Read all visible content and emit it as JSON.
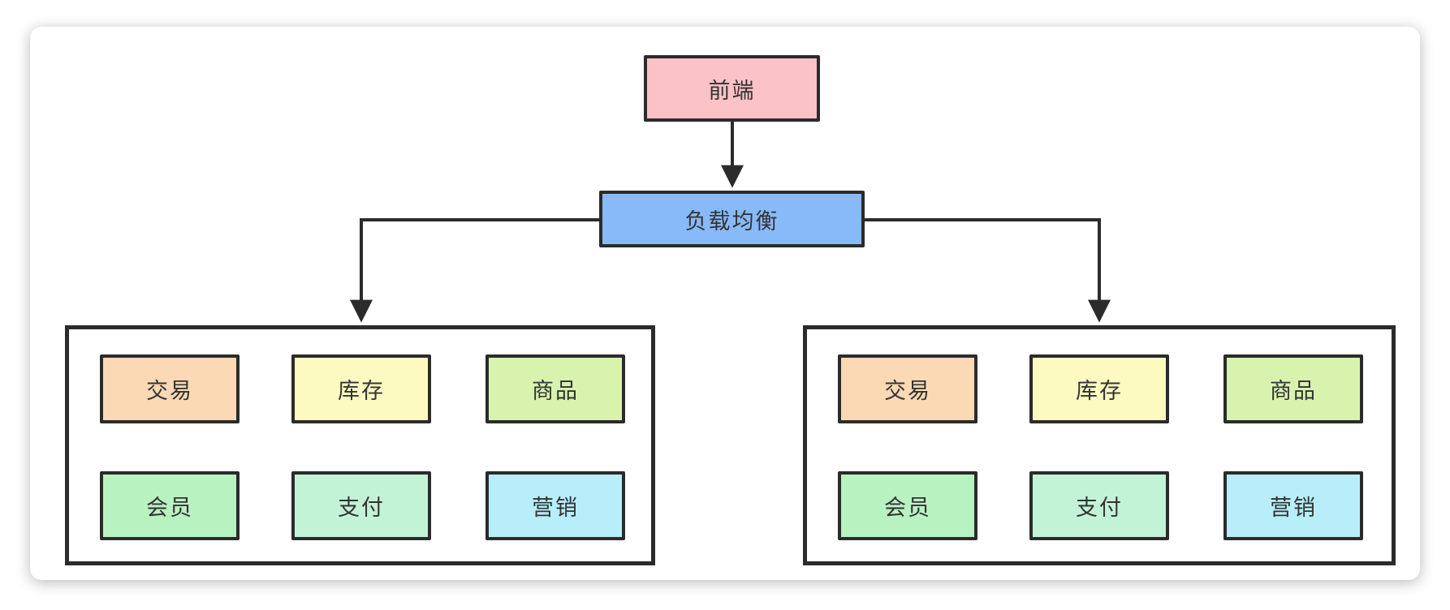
{
  "diagram": {
    "nodes": {
      "frontend": {
        "label": "前端",
        "fill": "#fbc2c8"
      },
      "load_balancer": {
        "label": "负载均衡",
        "fill": "#88baf9"
      }
    },
    "clusters": [
      {
        "id": "server-group-left",
        "services": [
          {
            "label": "交易",
            "fill": "#fbd9b5"
          },
          {
            "label": "库存",
            "fill": "#fcfac1"
          },
          {
            "label": "商品",
            "fill": "#d8f3ae"
          },
          {
            "label": "会员",
            "fill": "#b9f2c1"
          },
          {
            "label": "支付",
            "fill": "#c3f3d7"
          },
          {
            "label": "营销",
            "fill": "#b7eefa"
          }
        ]
      },
      {
        "id": "server-group-right",
        "services": [
          {
            "label": "交易",
            "fill": "#fbd9b5"
          },
          {
            "label": "库存",
            "fill": "#fcfac1"
          },
          {
            "label": "商品",
            "fill": "#d8f3ae"
          },
          {
            "label": "会员",
            "fill": "#b9f2c1"
          },
          {
            "label": "支付",
            "fill": "#c3f3d7"
          },
          {
            "label": "营销",
            "fill": "#b7eefa"
          }
        ]
      }
    ],
    "edges": [
      {
        "from": "frontend",
        "to": "load_balancer"
      },
      {
        "from": "load_balancer",
        "to": "server-group-left"
      },
      {
        "from": "load_balancer",
        "to": "server-group-right"
      }
    ],
    "colors": {
      "border": "#2b2b2b",
      "connector": "#2b2b2b",
      "card_bg": "#ffffff",
      "text": "#333333"
    }
  }
}
